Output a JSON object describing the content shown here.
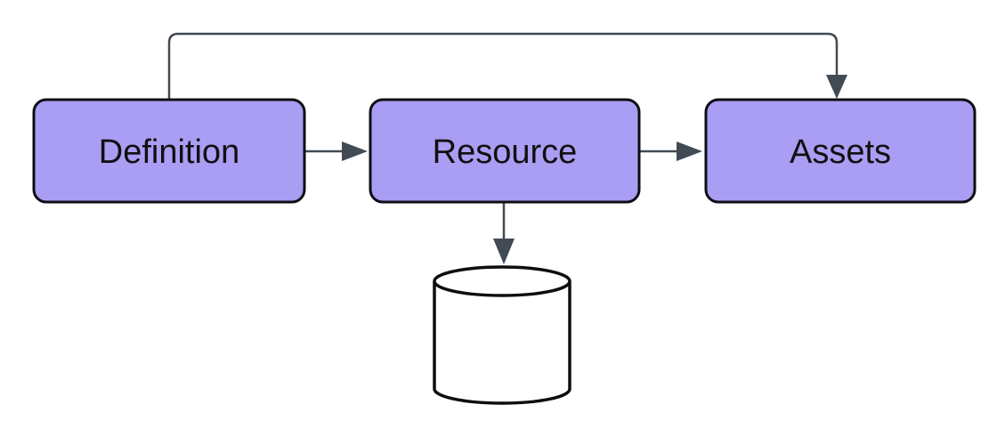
{
  "diagram": {
    "type": "flowchart",
    "background": "#ffffff",
    "colors": {
      "background": "#ffffff",
      "node_fill": "#a99ef3",
      "node_border": "#0d0e12",
      "connector": "#424a54",
      "text": "#101010",
      "cylinder_fill": "#ffffff"
    },
    "nodes": [
      {
        "id": "definition",
        "label": "Definition",
        "shape": "rounded-rectangle"
      },
      {
        "id": "resource",
        "label": "Resource",
        "shape": "rounded-rectangle"
      },
      {
        "id": "assets",
        "label": "Assets",
        "shape": "rounded-rectangle"
      },
      {
        "id": "database",
        "label": "",
        "shape": "cylinder"
      }
    ],
    "edges": [
      {
        "from": "definition",
        "to": "resource",
        "style": "arrow-right"
      },
      {
        "from": "resource",
        "to": "assets",
        "style": "arrow-right"
      },
      {
        "from": "definition",
        "to": "assets",
        "style": "arrow-top-loop"
      },
      {
        "from": "resource",
        "to": "database",
        "style": "arrow-down"
      }
    ]
  }
}
